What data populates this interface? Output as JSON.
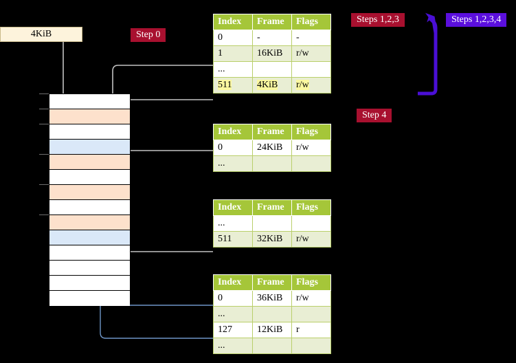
{
  "banner": {
    "label": "4KiB"
  },
  "badges": {
    "step0": "Step 0",
    "step4": "Step 4",
    "steps123": "Steps 1,2,3",
    "steps1234": "Steps 1,2,3,4"
  },
  "colors": {
    "header_green": "#a5c639",
    "row_alt": "#e9eed4",
    "highlight_yellow": "#fbf8a0",
    "badge_crimson": "#a8102f",
    "badge_violet": "#5b0fdd",
    "banner_cream": "#fdf3dc",
    "mem_orange": "#fde1cc",
    "mem_blue": "#dae8f8",
    "wire_gray": "#b5b5b5",
    "wire_blue": "#6f96c8",
    "arrow_blue_dark": "#2e5fa3"
  },
  "tables": [
    {
      "name": "page-table-level-0",
      "headers": [
        "Index",
        "Frame",
        "Flags"
      ],
      "rows": [
        {
          "cells": [
            "0",
            "-",
            "-"
          ],
          "style": "plain",
          "highlight": false
        },
        {
          "cells": [
            "1",
            "16KiB",
            "r/w"
          ],
          "style": "alt",
          "highlight": false
        },
        {
          "cells": [
            "...",
            "",
            ""
          ],
          "style": "plain",
          "highlight": false
        },
        {
          "cells": [
            "511",
            "4KiB",
            "r/w"
          ],
          "style": "alt",
          "highlight": true
        }
      ]
    },
    {
      "name": "page-table-level-1",
      "headers": [
        "Index",
        "Frame",
        "Flags"
      ],
      "rows": [
        {
          "cells": [
            "0",
            "24KiB",
            "r/w"
          ],
          "style": "plain",
          "highlight": false
        },
        {
          "cells": [
            "...",
            "",
            ""
          ],
          "style": "alt",
          "highlight": false
        }
      ]
    },
    {
      "name": "page-table-level-2",
      "headers": [
        "Index",
        "Frame",
        "Flags"
      ],
      "rows": [
        {
          "cells": [
            "...",
            "",
            ""
          ],
          "style": "plain",
          "highlight": false
        },
        {
          "cells": [
            "511",
            "32KiB",
            "r/w"
          ],
          "style": "alt",
          "highlight": false
        }
      ]
    },
    {
      "name": "page-table-level-3",
      "headers": [
        "Index",
        "Frame",
        "Flags"
      ],
      "rows": [
        {
          "cells": [
            "0",
            "36KiB",
            "r/w"
          ],
          "style": "plain",
          "highlight": false
        },
        {
          "cells": [
            "...",
            "",
            ""
          ],
          "style": "alt",
          "highlight": false
        },
        {
          "cells": [
            "127",
            "12KiB",
            "r"
          ],
          "style": "plain",
          "highlight": false
        },
        {
          "cells": [
            "...",
            "",
            ""
          ],
          "style": "alt",
          "highlight": false
        }
      ]
    }
  ],
  "memory_grid": {
    "rows": [
      {
        "fill": "white",
        "tick": true
      },
      {
        "fill": "orange",
        "tick": true
      },
      {
        "fill": "white",
        "tick": true
      },
      {
        "fill": "blue",
        "tick": false
      },
      {
        "fill": "orange",
        "tick": true
      },
      {
        "fill": "white",
        "tick": false
      },
      {
        "fill": "orange",
        "tick": true
      },
      {
        "fill": "white",
        "tick": false
      },
      {
        "fill": "orange",
        "tick": true
      },
      {
        "fill": "blue",
        "tick": false
      },
      {
        "fill": "white",
        "tick": false
      },
      {
        "fill": "white",
        "tick": false
      },
      {
        "fill": "white",
        "tick": false
      },
      {
        "fill": "white",
        "tick": false
      }
    ]
  }
}
